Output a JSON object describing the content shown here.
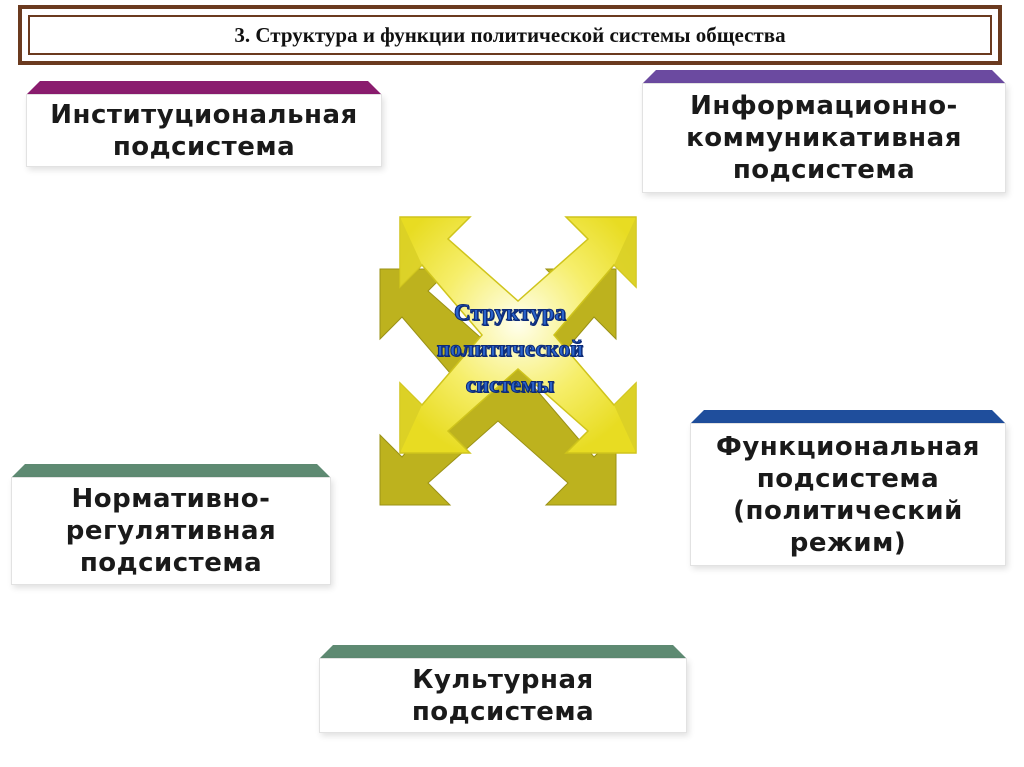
{
  "header": {
    "title": "3. Структура и функции политической системы общества"
  },
  "center": {
    "label": "Структура\nполитической\nсистемы"
  },
  "subsystems": [
    {
      "label": "Институциональная\nподсистема",
      "accent": "#8a1c6e"
    },
    {
      "label": "Информационно-\nкоммуникативная\nподсистема",
      "accent": "#6b4aa0"
    },
    {
      "label": "Функциональная\nподсистема\n(политический\nрежим)",
      "accent": "#1f4e9c"
    },
    {
      "label": "Нормативно-\nрегулятивная\nподсистема",
      "accent": "#5e8a72"
    },
    {
      "label": "Культурная\nподсистема",
      "accent": "#5e8a72"
    }
  ],
  "colors": {
    "title_border": "#6b3a1f",
    "shape_fill": "#f2e83a",
    "shape_shadow": "#bdb21e",
    "center_text": "#2a63c9"
  }
}
